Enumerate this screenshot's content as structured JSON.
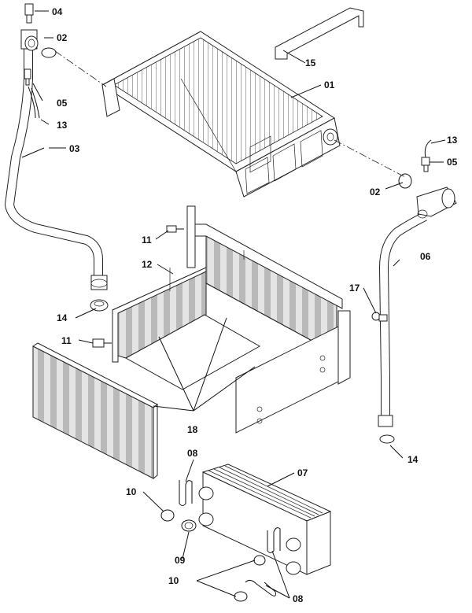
{
  "labels": {
    "l04": "04",
    "l02a": "02",
    "l15": "15",
    "l01": "01",
    "l05a": "05",
    "l13a": "13",
    "l03": "03",
    "l13b": "13",
    "l05b": "05",
    "l02b": "02",
    "l11a": "11",
    "l12": "12",
    "l06": "06",
    "l14a": "14",
    "l17": "17",
    "l11b": "11",
    "l18": "18",
    "l14b": "14",
    "l08a": "08",
    "l07": "07",
    "l10a": "10",
    "l09": "09",
    "l10b": "10",
    "l08b": "08"
  },
  "colors": {
    "line": "#222222",
    "panel_fill": "#d8d8d8",
    "panel_stripe": "#bdbdbd"
  }
}
